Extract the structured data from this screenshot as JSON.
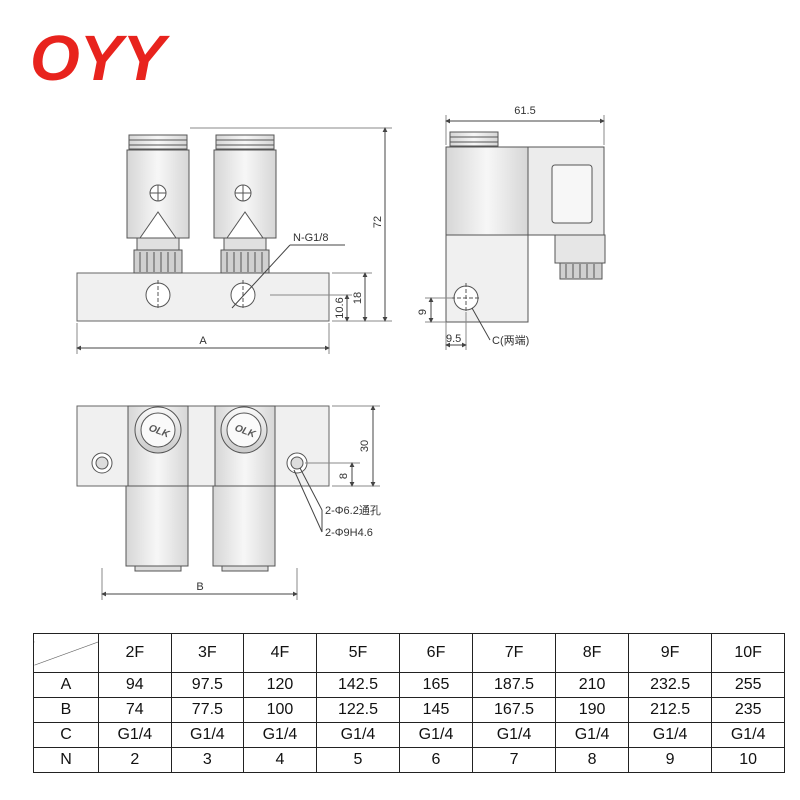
{
  "brand": {
    "logo_text": "OYY",
    "color": "#e8231d"
  },
  "drawing": {
    "front_view": {
      "port_label": "N-G1/8",
      "height_total": "72",
      "height_base": "18",
      "port_center": "10.6",
      "length_label": "A"
    },
    "side_view": {
      "width_total": "61.5",
      "port_height": "9",
      "port_offset": "9.5",
      "port_label": "C(两端)"
    },
    "top_view": {
      "width": "30",
      "hole_offset": "8",
      "hole_label_1": "2-Φ6.2通孔",
      "hole_label_2": "2-Φ9H4.6",
      "length_label": "B",
      "knob_text": "OLK"
    }
  },
  "table": {
    "headers": [
      "2F",
      "3F",
      "4F",
      "5F",
      "6F",
      "7F",
      "8F",
      "9F",
      "10F"
    ],
    "rows": [
      {
        "label": "A",
        "values": [
          "94",
          "97.5",
          "120",
          "142.5",
          "165",
          "187.5",
          "210",
          "232.5",
          "255"
        ]
      },
      {
        "label": "B",
        "values": [
          "74",
          "77.5",
          "100",
          "122.5",
          "145",
          "167.5",
          "190",
          "212.5",
          "235"
        ]
      },
      {
        "label": "C",
        "values": [
          "G1/4",
          "G1/4",
          "G1/4",
          "G1/4",
          "G1/4",
          "G1/4",
          "G1/4",
          "G1/4",
          "G1/4"
        ]
      },
      {
        "label": "N",
        "values": [
          "2",
          "3",
          "4",
          "5",
          "6",
          "7",
          "8",
          "9",
          "10"
        ]
      }
    ]
  },
  "colors": {
    "body_fill": "#efefef",
    "body_stroke": "#555555",
    "dim_line": "#444444",
    "shade": "#cfcfcf"
  }
}
